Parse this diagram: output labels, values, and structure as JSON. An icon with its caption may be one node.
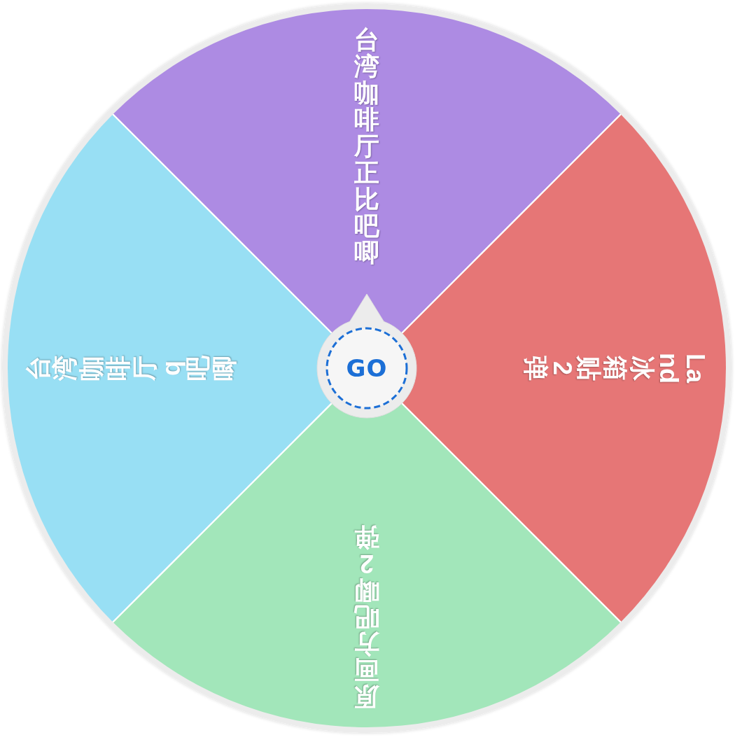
{
  "diagram": {
    "nodes": [
      {
        "text": [
          "台湾咖啡厅正比吧唧"
        ]
      },
      {
        "text": [
          "Land冰箱贴2弹"
        ]
      },
      {
        "text": [
          "原画方吧唧2弹"
        ]
      },
      {
        "text": [
          "台湾咖啡厅 q吧唧"
        ]
      },
      {
        "text": [
          "GO"
        ]
      }
    ]
  }
}
